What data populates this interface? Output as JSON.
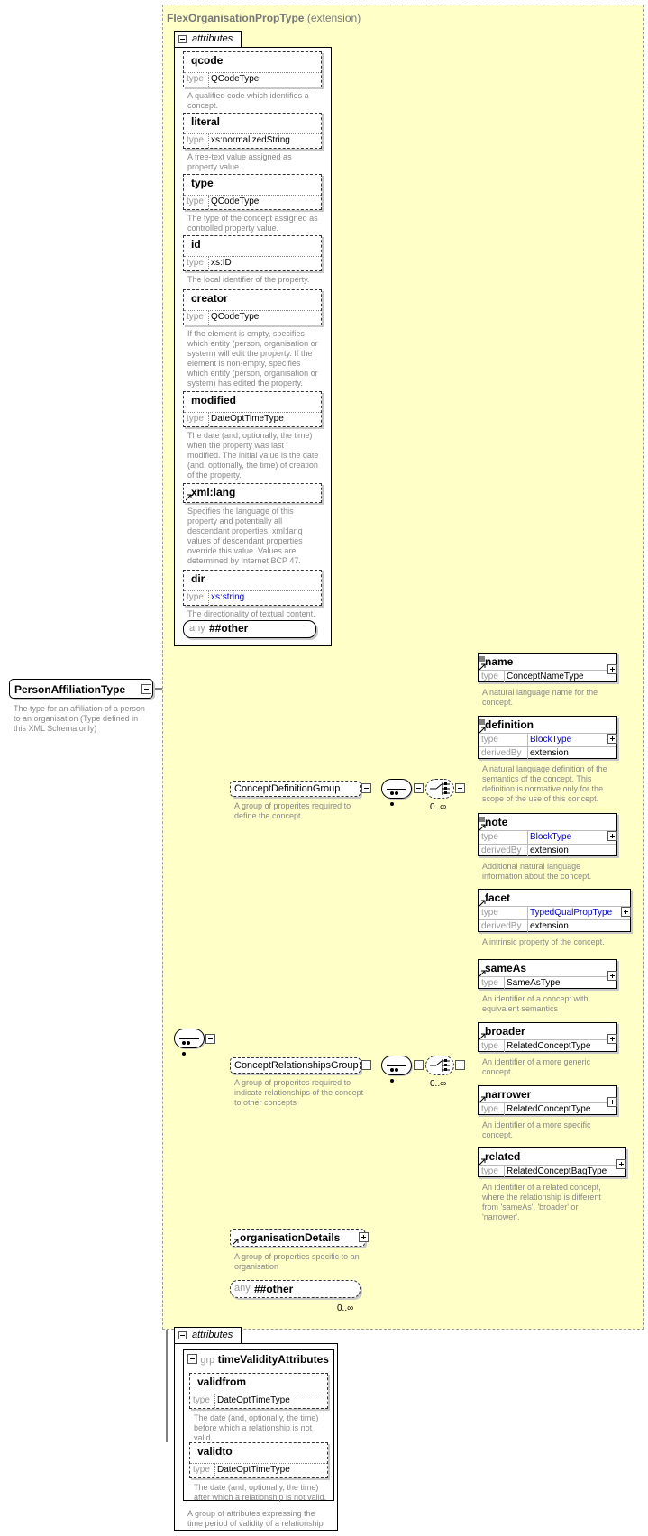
{
  "extension": {
    "name": "FlexOrganisationPropType",
    "label": "(extension)"
  },
  "attributes_label": "attributes",
  "attributes": [
    {
      "name": "qcode",
      "type_label": "type",
      "type": "QCodeType",
      "desc": [
        "A qualified code which identifies a",
        "concept."
      ]
    },
    {
      "name": "literal",
      "type_label": "type",
      "type": "xs:normalizedString",
      "desc": [
        "A free-text value assigned as",
        "property value."
      ]
    },
    {
      "name": "type",
      "type_label": "type",
      "type": "QCodeType",
      "desc": [
        "The type of the concept assigned as",
        "controlled property value."
      ]
    },
    {
      "name": "id",
      "type_label": "type",
      "type": "xs:ID",
      "desc": [
        "The local identifier of the property."
      ]
    },
    {
      "name": "creator",
      "type_label": "type",
      "type": "QCodeType",
      "desc": [
        "If the element is empty, specifies",
        "which entity (person, organisation or",
        "system) will edit the property. If the",
        "element is non-empty, specifies",
        "which entity (person, organisation or",
        "system) has edited the property."
      ]
    },
    {
      "name": "modified",
      "type_label": "type",
      "type": "DateOptTimeType",
      "desc": [
        "The date (and, optionally, the time)",
        "when the property was last",
        "modified. The initial value is the date",
        "(and, optionally, the time) of creation",
        "of the property."
      ]
    },
    {
      "name": "xml:lang",
      "desc": [
        "Specifies the language of this",
        "property and potentially all",
        "descendant properties. xml:lang",
        "values of descendant properties",
        "override this value. Values are",
        "determined by Internet BCP 47."
      ]
    },
    {
      "name": "dir",
      "type_label": "type",
      "type": "xs:string",
      "desc": [
        "The directionality of textual content."
      ]
    }
  ],
  "any_attr": {
    "label": "any",
    "value": "##other"
  },
  "root": {
    "name": "PersonAffiliationType",
    "desc": [
      "The type for an affiliation of a person",
      "to an organisation (Type defined in",
      "this XML Schema only)"
    ]
  },
  "groups": {
    "concept_definition": {
      "name": "ConceptDefinitionGroup",
      "desc": [
        "A group of properites required to",
        "define the concept"
      ],
      "mult": "0..∞"
    },
    "concept_relationships": {
      "name": "ConceptRelationshipsGroup",
      "desc": [
        "A group of properites required to",
        "indicate relationships of the concept",
        "to other concepts"
      ],
      "mult": "0..∞"
    },
    "organisation_details": {
      "name": "organisationDetails",
      "desc": [
        "A group of properties specific to an",
        "organisation"
      ]
    },
    "any_other": {
      "label": "any",
      "value": "##other",
      "mult": "0..∞"
    }
  },
  "definition_elements": [
    {
      "name": "name",
      "rows": [
        {
          "k": "type",
          "v": "ConceptNameType"
        }
      ],
      "desc": [
        "A natural language name for the",
        "concept."
      ]
    },
    {
      "name": "definition",
      "rows": [
        {
          "k": "type",
          "v": "BlockType"
        },
        {
          "k": "derivedBy",
          "v": "extension"
        }
      ],
      "desc": [
        "A natural language definition of the",
        "semantics of the concept. This",
        "definition is normative only for the",
        "scope of the use of this concept."
      ]
    },
    {
      "name": "note",
      "rows": [
        {
          "k": "type",
          "v": "BlockType"
        },
        {
          "k": "derivedBy",
          "v": "extension"
        }
      ],
      "desc": [
        "Additional natural language",
        "information about the concept."
      ]
    },
    {
      "name": "facet",
      "rows": [
        {
          "k": "type",
          "v": "TypedQualPropType"
        },
        {
          "k": "derivedBy",
          "v": "extension"
        }
      ],
      "desc": [
        "A intrinsic property of the concept."
      ]
    }
  ],
  "relationship_elements": [
    {
      "name": "sameAs",
      "rows": [
        {
          "k": "type",
          "v": "SameAsType"
        }
      ],
      "desc": [
        "An identifier of a concept with",
        "equivalent semantics"
      ]
    },
    {
      "name": "broader",
      "rows": [
        {
          "k": "type",
          "v": "RelatedConceptType"
        }
      ],
      "desc": [
        "An identifier of a more generic",
        "concept."
      ]
    },
    {
      "name": "narrower",
      "rows": [
        {
          "k": "type",
          "v": "RelatedConceptType"
        }
      ],
      "desc": [
        "An identifier of a more specific",
        "concept."
      ]
    },
    {
      "name": "related",
      "rows": [
        {
          "k": "type",
          "v": "RelatedConceptBagType"
        }
      ],
      "desc": [
        "An identifier of a related concept,",
        "where the relationship is different",
        "from 'sameAs', 'broader' or",
        "'narrower'."
      ]
    }
  ],
  "bottom_attributes": {
    "label": "attributes",
    "group": {
      "grp_label": "grp",
      "name": "timeValidityAttributes",
      "desc": [
        "A group of attributes expressing the",
        "time period of validity of a relationship"
      ]
    },
    "items": [
      {
        "name": "validfrom",
        "type_label": "type",
        "type": "DateOptTimeType",
        "desc": [
          "The date (and, optionally, the time)",
          "before which a relationship is not",
          "valid."
        ]
      },
      {
        "name": "validto",
        "type_label": "type",
        "type": "DateOptTimeType",
        "desc": [
          "The date (and, optionally, the time)",
          "after which a relationship is not valid."
        ]
      }
    ]
  },
  "colors": {
    "extension_bg": "#ffffc8",
    "link_blue": "#0000d0",
    "muted": "#888888"
  }
}
